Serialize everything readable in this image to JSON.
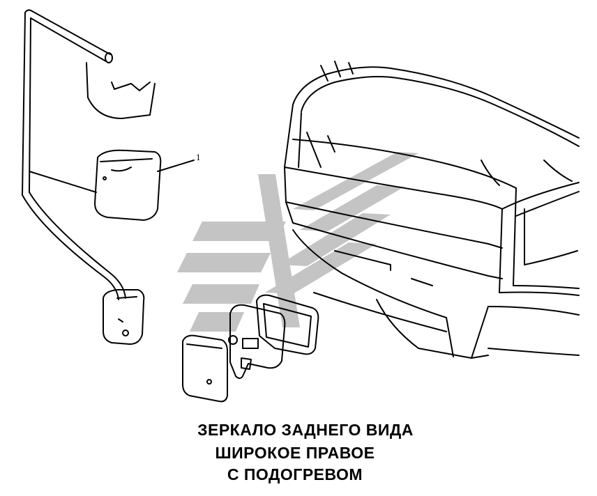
{
  "callout": {
    "number": "1"
  },
  "caption": {
    "line1": "ЗЕРКАЛО ЗАДНЕГО ВИДА",
    "line2": "ШИРОКОЕ ПРАВОЕ",
    "line3": "С ПОДОГРЕВОМ"
  },
  "colors": {
    "ink": "#000000",
    "watermark": "#c4c4c4",
    "background": "#ffffff"
  }
}
